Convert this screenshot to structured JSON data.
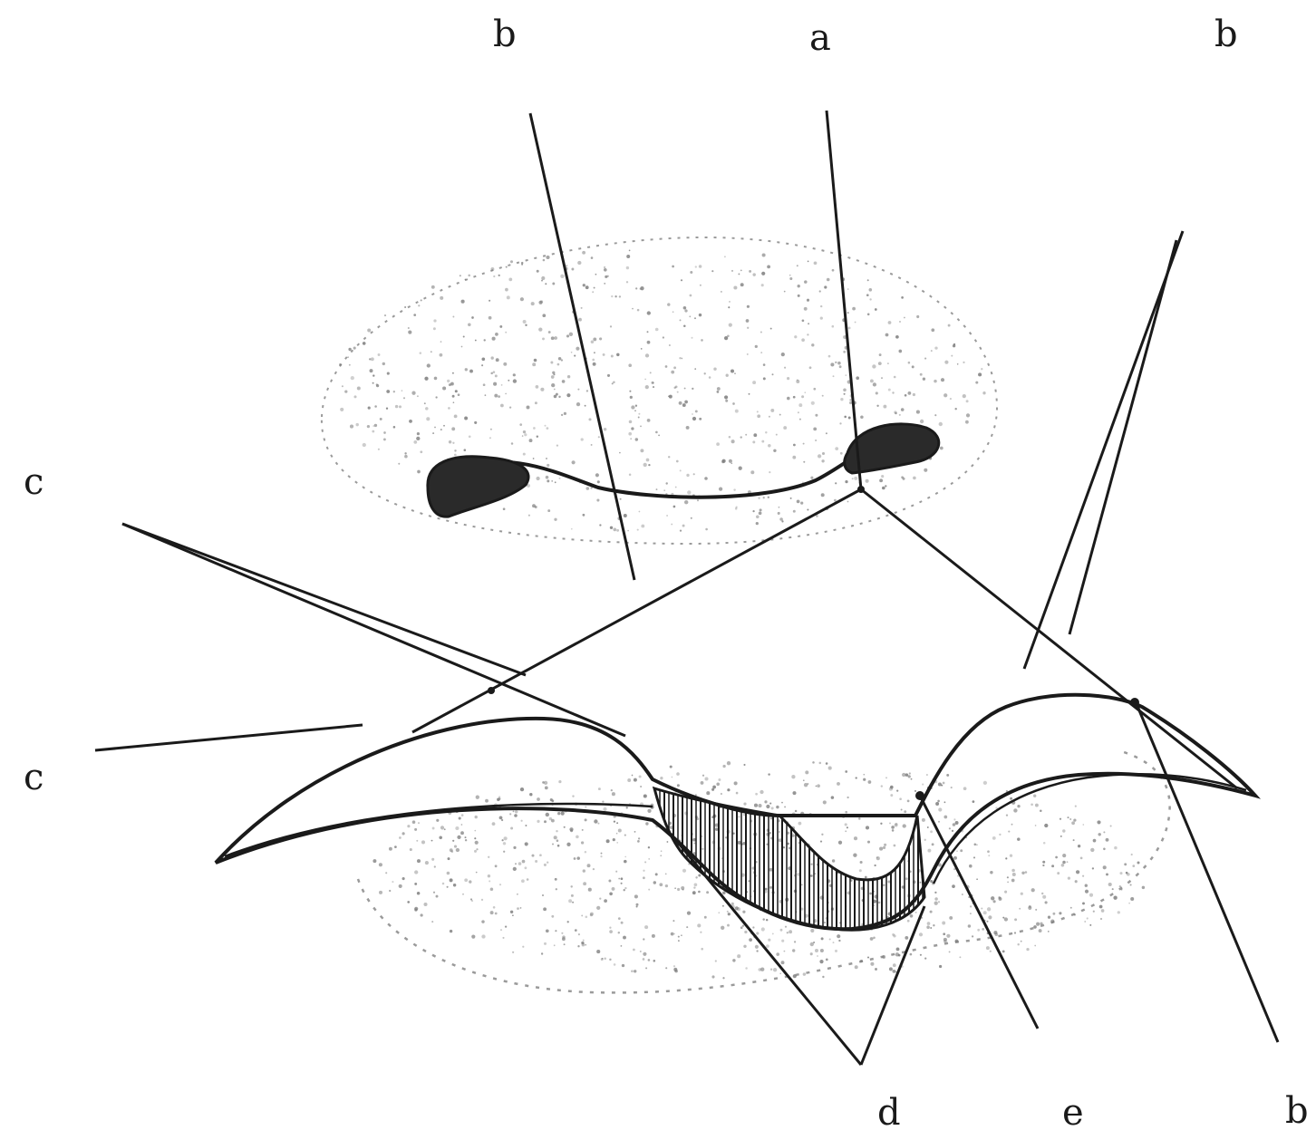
{
  "figure": {
    "labels": {
      "b_top_left": "b",
      "a_top": "a",
      "b_top_right": "b",
      "c_upper_left": "c",
      "c_lower_left": "c",
      "d_bottom": "d",
      "e_bottom": "e",
      "b_bottom_right": "b"
    },
    "colors": {
      "ink": "#1a1a1a",
      "stipple": "#7a7a7a",
      "paper": "#ffffff"
    }
  }
}
